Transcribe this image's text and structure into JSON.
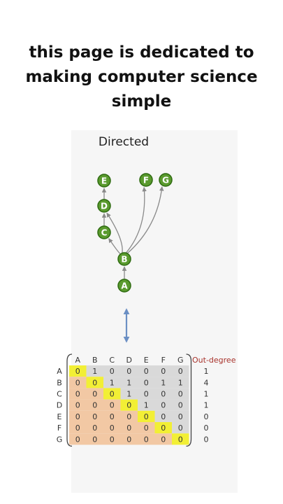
{
  "caption": {
    "lines": [
      "this page is dedicated to",
      "making computer science",
      "simple"
    ]
  },
  "diagram": {
    "title": "Directed",
    "nodes": [
      {
        "id": "A",
        "label": "A"
      },
      {
        "id": "B",
        "label": "B"
      },
      {
        "id": "C",
        "label": "C"
      },
      {
        "id": "D",
        "label": "D"
      },
      {
        "id": "E",
        "label": "E"
      },
      {
        "id": "F",
        "label": "F"
      },
      {
        "id": "G",
        "label": "G"
      }
    ],
    "edges": [
      [
        "A",
        "B"
      ],
      [
        "B",
        "C"
      ],
      [
        "B",
        "D"
      ],
      [
        "B",
        "G"
      ],
      [
        "B",
        "F"
      ],
      [
        "C",
        "D"
      ],
      [
        "D",
        "E"
      ]
    ],
    "colors": {
      "node_fill": "#5a9a2e",
      "node_ring": "#2e6b10",
      "edge": "#8a8a8a",
      "arrow": "#6b8fc4",
      "lower_triangle": "#f2c8a4",
      "upper_triangle": "#d9d9d9",
      "diagonal": "#f2ef35",
      "out_degree_label": "#a8322b"
    }
  },
  "matrix": {
    "col_labels": [
      "A",
      "B",
      "C",
      "D",
      "E",
      "F",
      "G"
    ],
    "row_labels": [
      "A",
      "B",
      "C",
      "D",
      "E",
      "F",
      "G"
    ],
    "rows": [
      [
        "0",
        "1",
        "0",
        "0",
        "0",
        "0",
        "0"
      ],
      [
        "0",
        "0",
        "1",
        "1",
        "0",
        "1",
        "1"
      ],
      [
        "0",
        "0",
        "0",
        "1",
        "0",
        "0",
        "0"
      ],
      [
        "0",
        "0",
        "0",
        "0",
        "1",
        "0",
        "0"
      ],
      [
        "0",
        "0",
        "0",
        "0",
        "0",
        "0",
        "0"
      ],
      [
        "0",
        "0",
        "0",
        "0",
        "0",
        "0",
        "0"
      ],
      [
        "0",
        "0",
        "0",
        "0",
        "0",
        "0",
        "0"
      ]
    ],
    "out_degree_label": "Out-degree",
    "out_degree": [
      "1",
      "4",
      "1",
      "1",
      "0",
      "0",
      "0"
    ]
  }
}
